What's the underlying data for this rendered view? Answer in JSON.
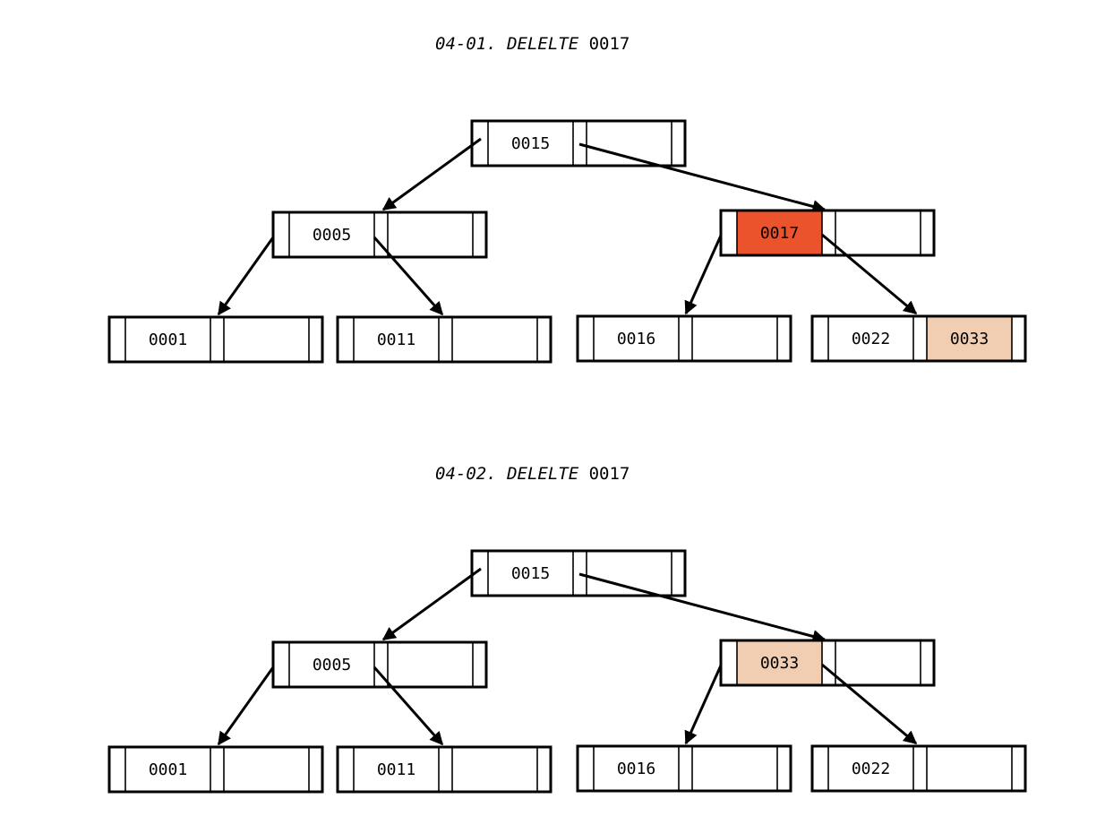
{
  "colors": {
    "stroke": "#000000",
    "deleted_key": "#eb532d",
    "moved_key": "#f1ceb2",
    "background": "#ffffff"
  },
  "diagrams": [
    {
      "title_prefix": "04-01. DELELTE",
      "title_key": "0017",
      "root": {
        "keys": [
          "0015",
          ""
        ],
        "highlight": [
          null,
          null
        ]
      },
      "level1": [
        {
          "keys": [
            "0005",
            ""
          ],
          "highlight": [
            null,
            null
          ]
        },
        {
          "keys": [
            "0017",
            ""
          ],
          "highlight": [
            "deleted",
            null
          ]
        }
      ],
      "leaves": [
        {
          "keys": [
            "0001",
            ""
          ],
          "highlight": [
            null,
            null
          ]
        },
        {
          "keys": [
            "0011",
            ""
          ],
          "highlight": [
            null,
            null
          ]
        },
        {
          "keys": [
            "0016",
            ""
          ],
          "highlight": [
            null,
            null
          ]
        },
        {
          "keys": [
            "0022",
            "0033"
          ],
          "highlight": [
            null,
            "moved"
          ]
        }
      ]
    },
    {
      "title_prefix": "04-02. DELELTE",
      "title_key": "0017",
      "root": {
        "keys": [
          "0015",
          ""
        ],
        "highlight": [
          null,
          null
        ]
      },
      "level1": [
        {
          "keys": [
            "0005",
            ""
          ],
          "highlight": [
            null,
            null
          ]
        },
        {
          "keys": [
            "0033",
            ""
          ],
          "highlight": [
            "moved",
            null
          ]
        }
      ],
      "leaves": [
        {
          "keys": [
            "0001",
            ""
          ],
          "highlight": [
            null,
            null
          ]
        },
        {
          "keys": [
            "0011",
            ""
          ],
          "highlight": [
            null,
            null
          ]
        },
        {
          "keys": [
            "0016",
            ""
          ],
          "highlight": [
            null,
            null
          ]
        },
        {
          "keys": [
            "0022",
            ""
          ],
          "highlight": [
            null,
            null
          ]
        }
      ]
    }
  ]
}
